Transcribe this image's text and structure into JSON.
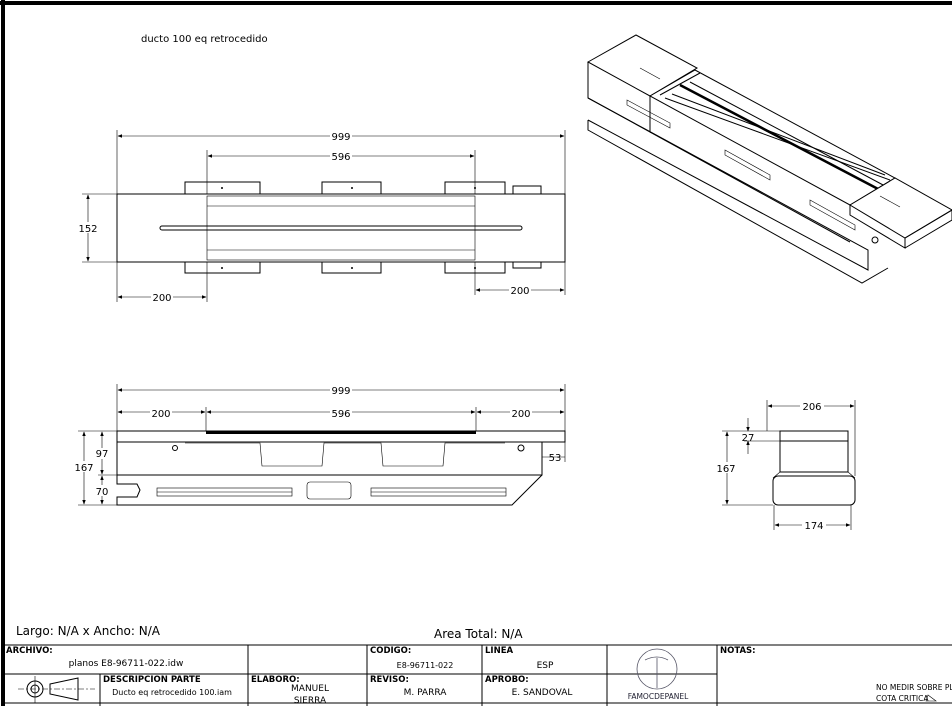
{
  "drawing": {
    "title": "ducto 100 eq retrocedido",
    "top_view": {
      "overall": "999",
      "middle": "596",
      "height": "152",
      "left": "200",
      "right": "200"
    },
    "front_view": {
      "overall": "999",
      "left": "200",
      "middle": "596",
      "right": "200",
      "height": "167",
      "upper": "97",
      "lower": "70",
      "step": "53"
    },
    "side_view": {
      "top_width": "206",
      "bottom_width": "174",
      "height": "167",
      "lid": "27"
    }
  },
  "summary": {
    "dimensions": "Largo: N/A x Ancho: N/A",
    "area": "Area Total: N/A"
  },
  "title_block": {
    "archivo_label": "ARCHIVO:",
    "archivo_value": "planos E8-96711-022.idw",
    "codigo_label": "CODIGO:",
    "codigo_value": "E8-96711-022",
    "linea_label": "LINEA",
    "linea_value": "ESP",
    "descripcion_label": "DESCRIPCION PARTE",
    "descripcion_value": "Ducto eq retrocedido 100.iam",
    "elaboro_label": "ELABORO:",
    "elaboro_value_1": "MANUEL",
    "elaboro_value_2": "SIERRA",
    "reviso_label": "REVISO:",
    "reviso_value": "M. PARRA",
    "aprobo_label": "APROBO:",
    "aprobo_value": "E. SANDOVAL",
    "logo_text": "FAMOCDEPANEL",
    "notas_label": "NOTAS:",
    "note_1": "NO MEDIR SOBRE PLA",
    "note_2": "COTA CRITICA"
  }
}
